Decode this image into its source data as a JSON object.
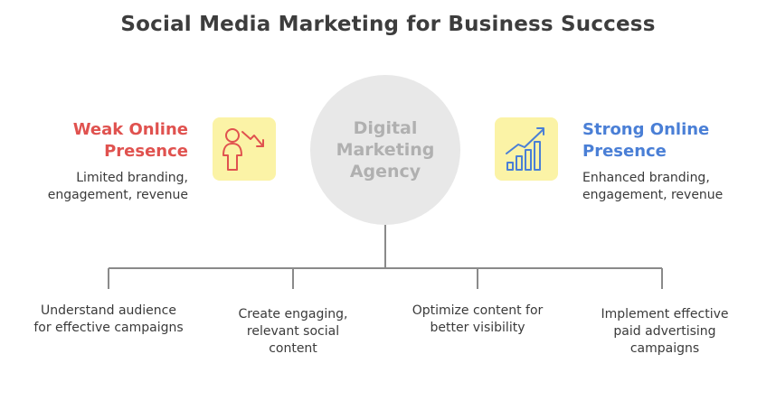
{
  "title": "Social Media Marketing for Business Success",
  "center": {
    "label": "Digital\nMarketing\nAgency"
  },
  "left": {
    "title": "Weak Online\nPresence",
    "description": "Limited branding,\nengagement, revenue",
    "icon": "person-declining-arrow-icon",
    "color": "#e0524f"
  },
  "right": {
    "title": "Strong Online\nPresence",
    "description": "Enhanced branding,\nengagement, revenue",
    "icon": "growth-bar-chart-icon",
    "color": "#4a7fd6"
  },
  "steps": [
    {
      "label": "Understand audience\nfor effective campaigns"
    },
    {
      "label": "Create engaging,\nrelevant social\ncontent"
    },
    {
      "label": "Optimize content for\nbetter visibility"
    },
    {
      "label": "Implement effective\npaid advertising\ncampaigns"
    }
  ],
  "colors": {
    "icon_box_bg": "#fbf3a6",
    "center_bg": "#e8e8e8",
    "connector": "#8a8a8a"
  }
}
